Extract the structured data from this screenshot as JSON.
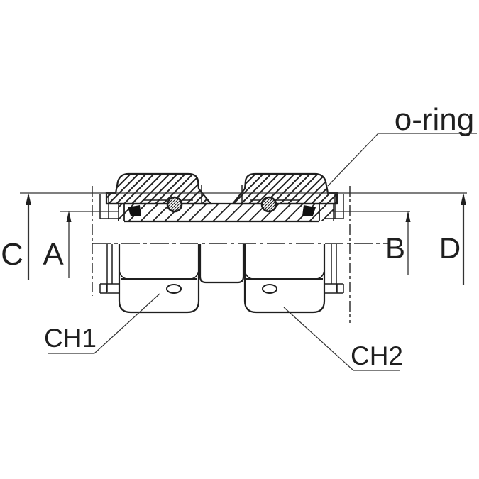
{
  "diagram": {
    "type": "engineering-section-drawing",
    "subject": "straight tube union fitting with two nuts and o-ring seals",
    "oring_label": "o-ring",
    "dims": {
      "c": "C",
      "a": "A",
      "b": "B",
      "d": "D"
    },
    "callouts": {
      "ch1": "CH1",
      "ch2": "CH2"
    },
    "colors": {
      "line": "#1f1f1f",
      "thin_line": "#333333",
      "seal_fill": "#111111",
      "background": "#ffffff"
    }
  }
}
